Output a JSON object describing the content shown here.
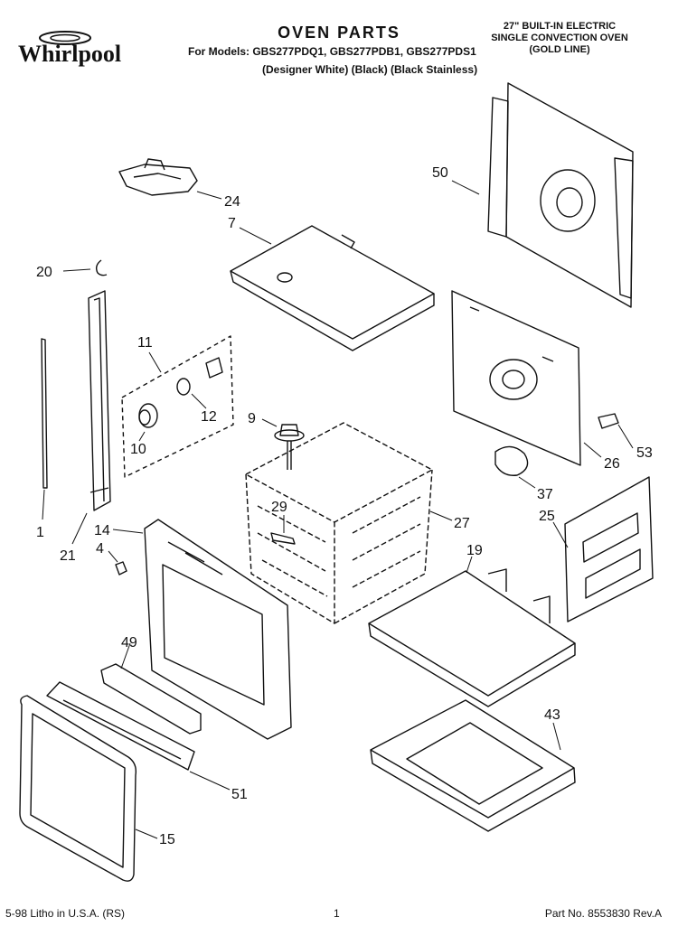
{
  "header": {
    "brand": "Whirlpool",
    "title": "OVEN PARTS",
    "models_line": "For Models: GBS277PDQ1, GBS277PDB1, GBS277PDS1",
    "colors_line": "(Designer White)  (Black)  (Black Stainless)",
    "description": [
      "27\" BUILT-IN ELECTRIC",
      "SINGLE CONVECTION OVEN",
      "(GOLD LINE)"
    ]
  },
  "callouts": [
    "50",
    "24",
    "7",
    "20",
    "11",
    "9",
    "12",
    "10",
    "1",
    "21",
    "14",
    "4",
    "29",
    "27",
    "53",
    "26",
    "37",
    "25",
    "19",
    "49",
    "43",
    "51",
    "15"
  ],
  "footer": {
    "left": "5-98 Litho in U.S.A. (RS)",
    "center": "1",
    "right": "Part No. 8553830 Rev.A"
  }
}
